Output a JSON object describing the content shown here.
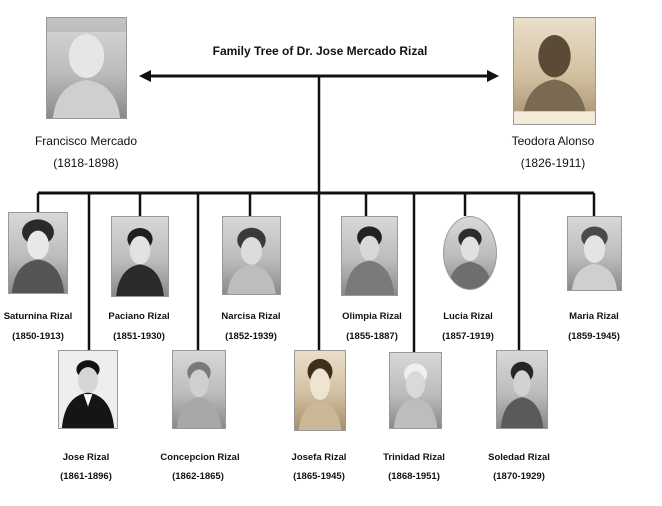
{
  "title": "Family Tree of Dr. Jose Mercado Rizal",
  "parents": [
    {
      "id": "father",
      "name": "Francisco Mercado",
      "years": "(1818-1898)"
    },
    {
      "id": "mother",
      "name": "Teodora Alonso",
      "years": "(1826-1911)"
    }
  ],
  "children": [
    {
      "id": "saturnina",
      "name": "Saturnina Rizal",
      "years": "(1850-1913)"
    },
    {
      "id": "paciano",
      "name": "Paciano Rizal",
      "years": "(1851-1930)"
    },
    {
      "id": "narcisa",
      "name": "Narcisa Rizal",
      "years": "(1852-1939)"
    },
    {
      "id": "olimpia",
      "name": "Olimpia Rizal",
      "years": "(1855-1887)"
    },
    {
      "id": "lucia",
      "name": "Lucia Rizal",
      "years": "(1857-1919)"
    },
    {
      "id": "maria",
      "name": "Maria Rizal",
      "years": "(1859-1945)"
    },
    {
      "id": "jose",
      "name": "Jose Rizal",
      "years": "(1861-1896)"
    },
    {
      "id": "concepcion",
      "name": "Concepcion  Rizal",
      "years": "(1862-1865)"
    },
    {
      "id": "josefa",
      "name": "Josefa Rizal",
      "years": "(1865-1945)"
    },
    {
      "id": "trinidad",
      "name": "Trinidad Rizal",
      "years": "(1868-1951)"
    },
    {
      "id": "soledad",
      "name": "Soledad Rizal",
      "years": "(1870-1929)"
    }
  ]
}
